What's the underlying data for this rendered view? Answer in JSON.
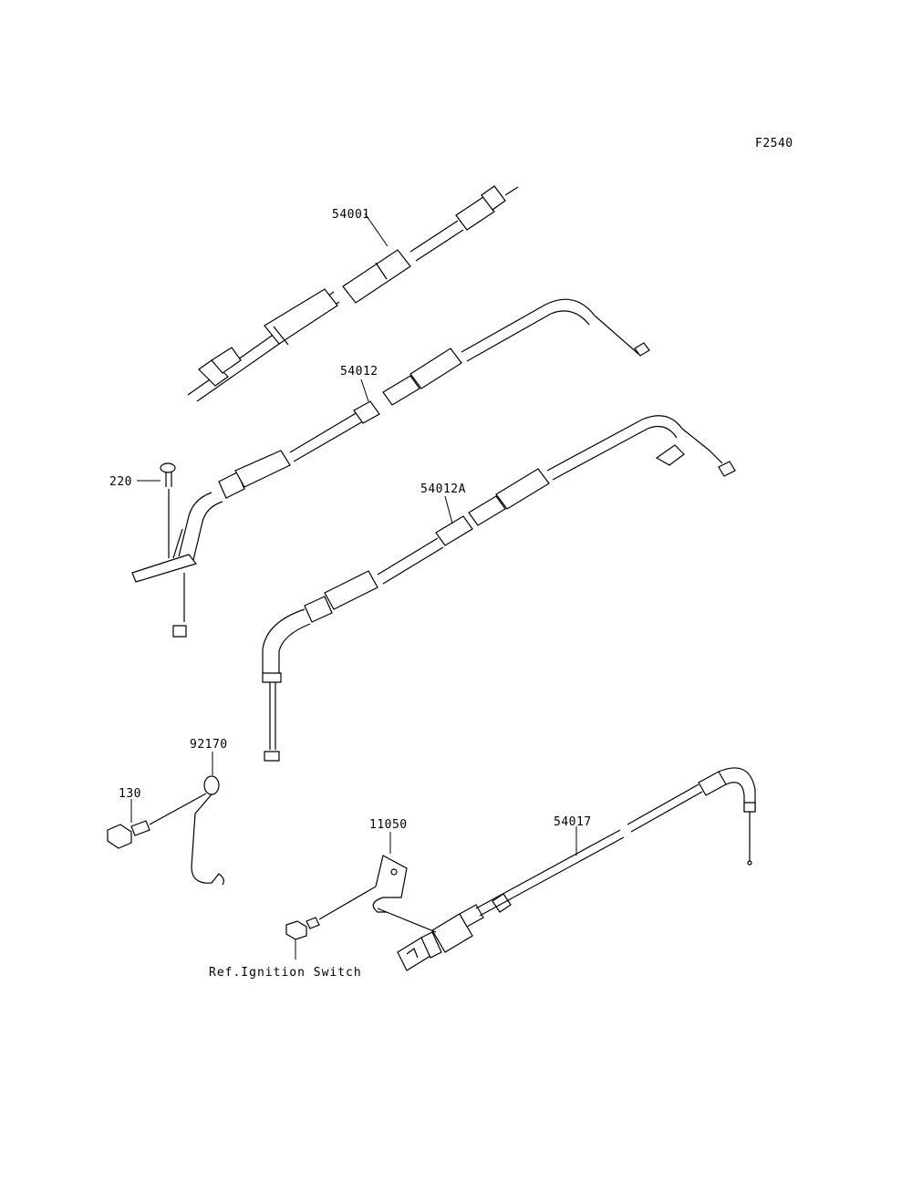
{
  "figure_code": "F2540",
  "parts": {
    "p54001": "54001",
    "p54012": "54012",
    "p54012A": "54012A",
    "p220": "220",
    "p92170": "92170",
    "p130": "130",
    "p11050": "11050",
    "p54017": "54017"
  },
  "reference": "Ref.Ignition Switch"
}
